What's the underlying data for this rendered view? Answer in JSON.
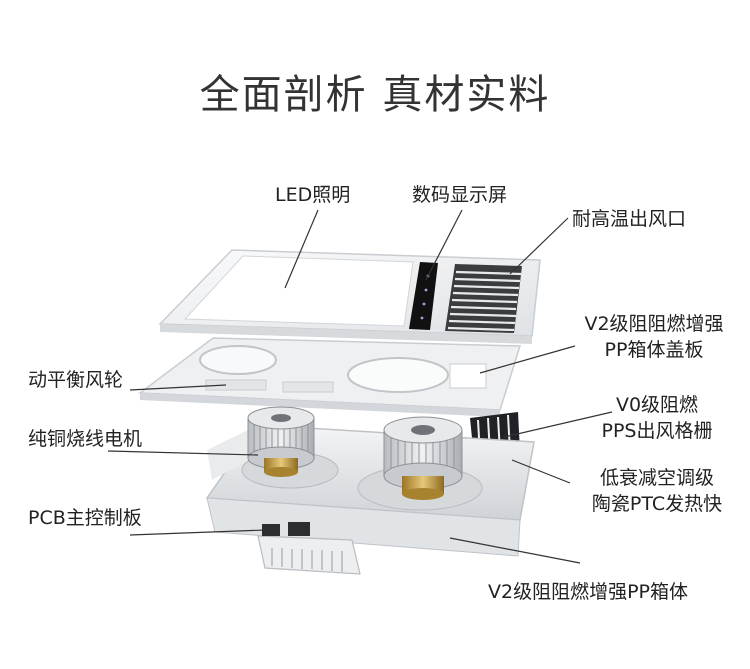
{
  "title": "全面剖析  真材实料",
  "labels": {
    "led": "LED照明",
    "display": "数码显示屏",
    "vent": "耐高温出风口",
    "cover_1": "V2级阻阻燃增强",
    "cover_2": "PP箱体盖板",
    "fan": "动平衡风轮",
    "motor": "纯铜烧线电机",
    "grille_1": "V0级阻燃",
    "grille_2": "PPS出风格栅",
    "ptc_1": "低衰减空调级",
    "ptc_2": "陶瓷PTC发热快",
    "pcb": "PCB主控制板",
    "box": "V2级阻阻燃增强PP箱体"
  },
  "colors": {
    "panel": "#f2f3f4",
    "panel_edge": "#c9cdd1",
    "leader": "#333333",
    "display": "#111111",
    "brass": "#c9a14a"
  }
}
